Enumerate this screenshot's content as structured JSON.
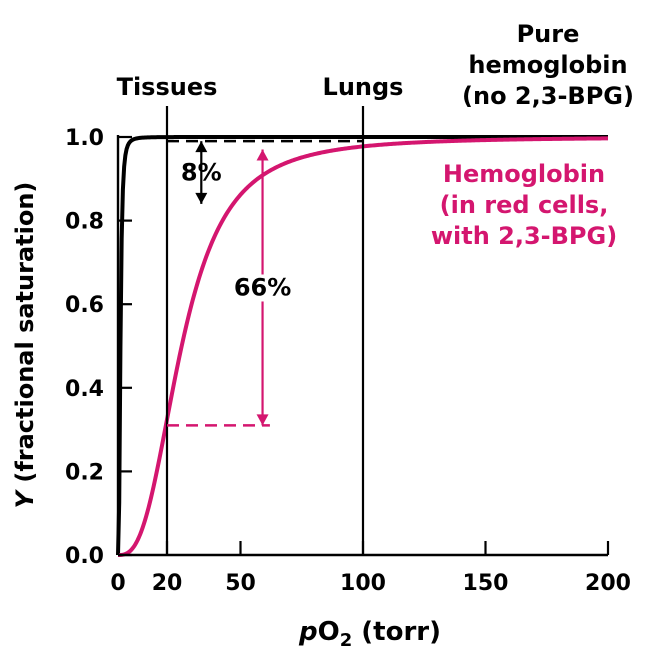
{
  "chart_data": {
    "type": "line",
    "xlabel": {
      "italic": "p",
      "main": "O",
      "sub": "2",
      "rest": " (torr)"
    },
    "ylabel": {
      "italic": "Y",
      "rest": " (fractional saturation)"
    },
    "xlim": [
      0,
      200
    ],
    "ylim": [
      0,
      1.0
    ],
    "x_ticks": [
      0,
      20,
      50,
      100,
      150,
      200
    ],
    "y_ticks": [
      "0.0",
      "0.2",
      "0.4",
      "0.6",
      "0.8",
      "1.0"
    ],
    "grid": false,
    "series": [
      {
        "name_lines": [
          "Pure",
          "hemoglobin",
          "(no 2,3-BPG)"
        ],
        "color": "#000000",
        "p50": 1,
        "hill": 2.8
      },
      {
        "name_lines": [
          "Hemoglobin",
          "(in red cells,",
          "with 2,3-BPG)"
        ],
        "color": "#d4166f",
        "p50": 26,
        "hill": 2.8
      }
    ],
    "vertical_lines": [
      {
        "x": 20,
        "label": "Tissues"
      },
      {
        "x": 100,
        "label": "Lungs"
      }
    ],
    "annotations": [
      {
        "text": "8%",
        "x": 34,
        "y_from": 0.84,
        "y_to": 0.99,
        "color": "#000000"
      },
      {
        "text": "66%",
        "x": 59,
        "y_from": 0.31,
        "y_to": 0.97,
        "color": "#d4166f"
      }
    ],
    "dashed_guides": [
      {
        "y": 0.99,
        "x_from": 20,
        "x_to": 100,
        "color": "#000000"
      },
      {
        "y": 0.31,
        "x_from": 20,
        "x_to": 62,
        "color": "#d4166f"
      }
    ]
  }
}
